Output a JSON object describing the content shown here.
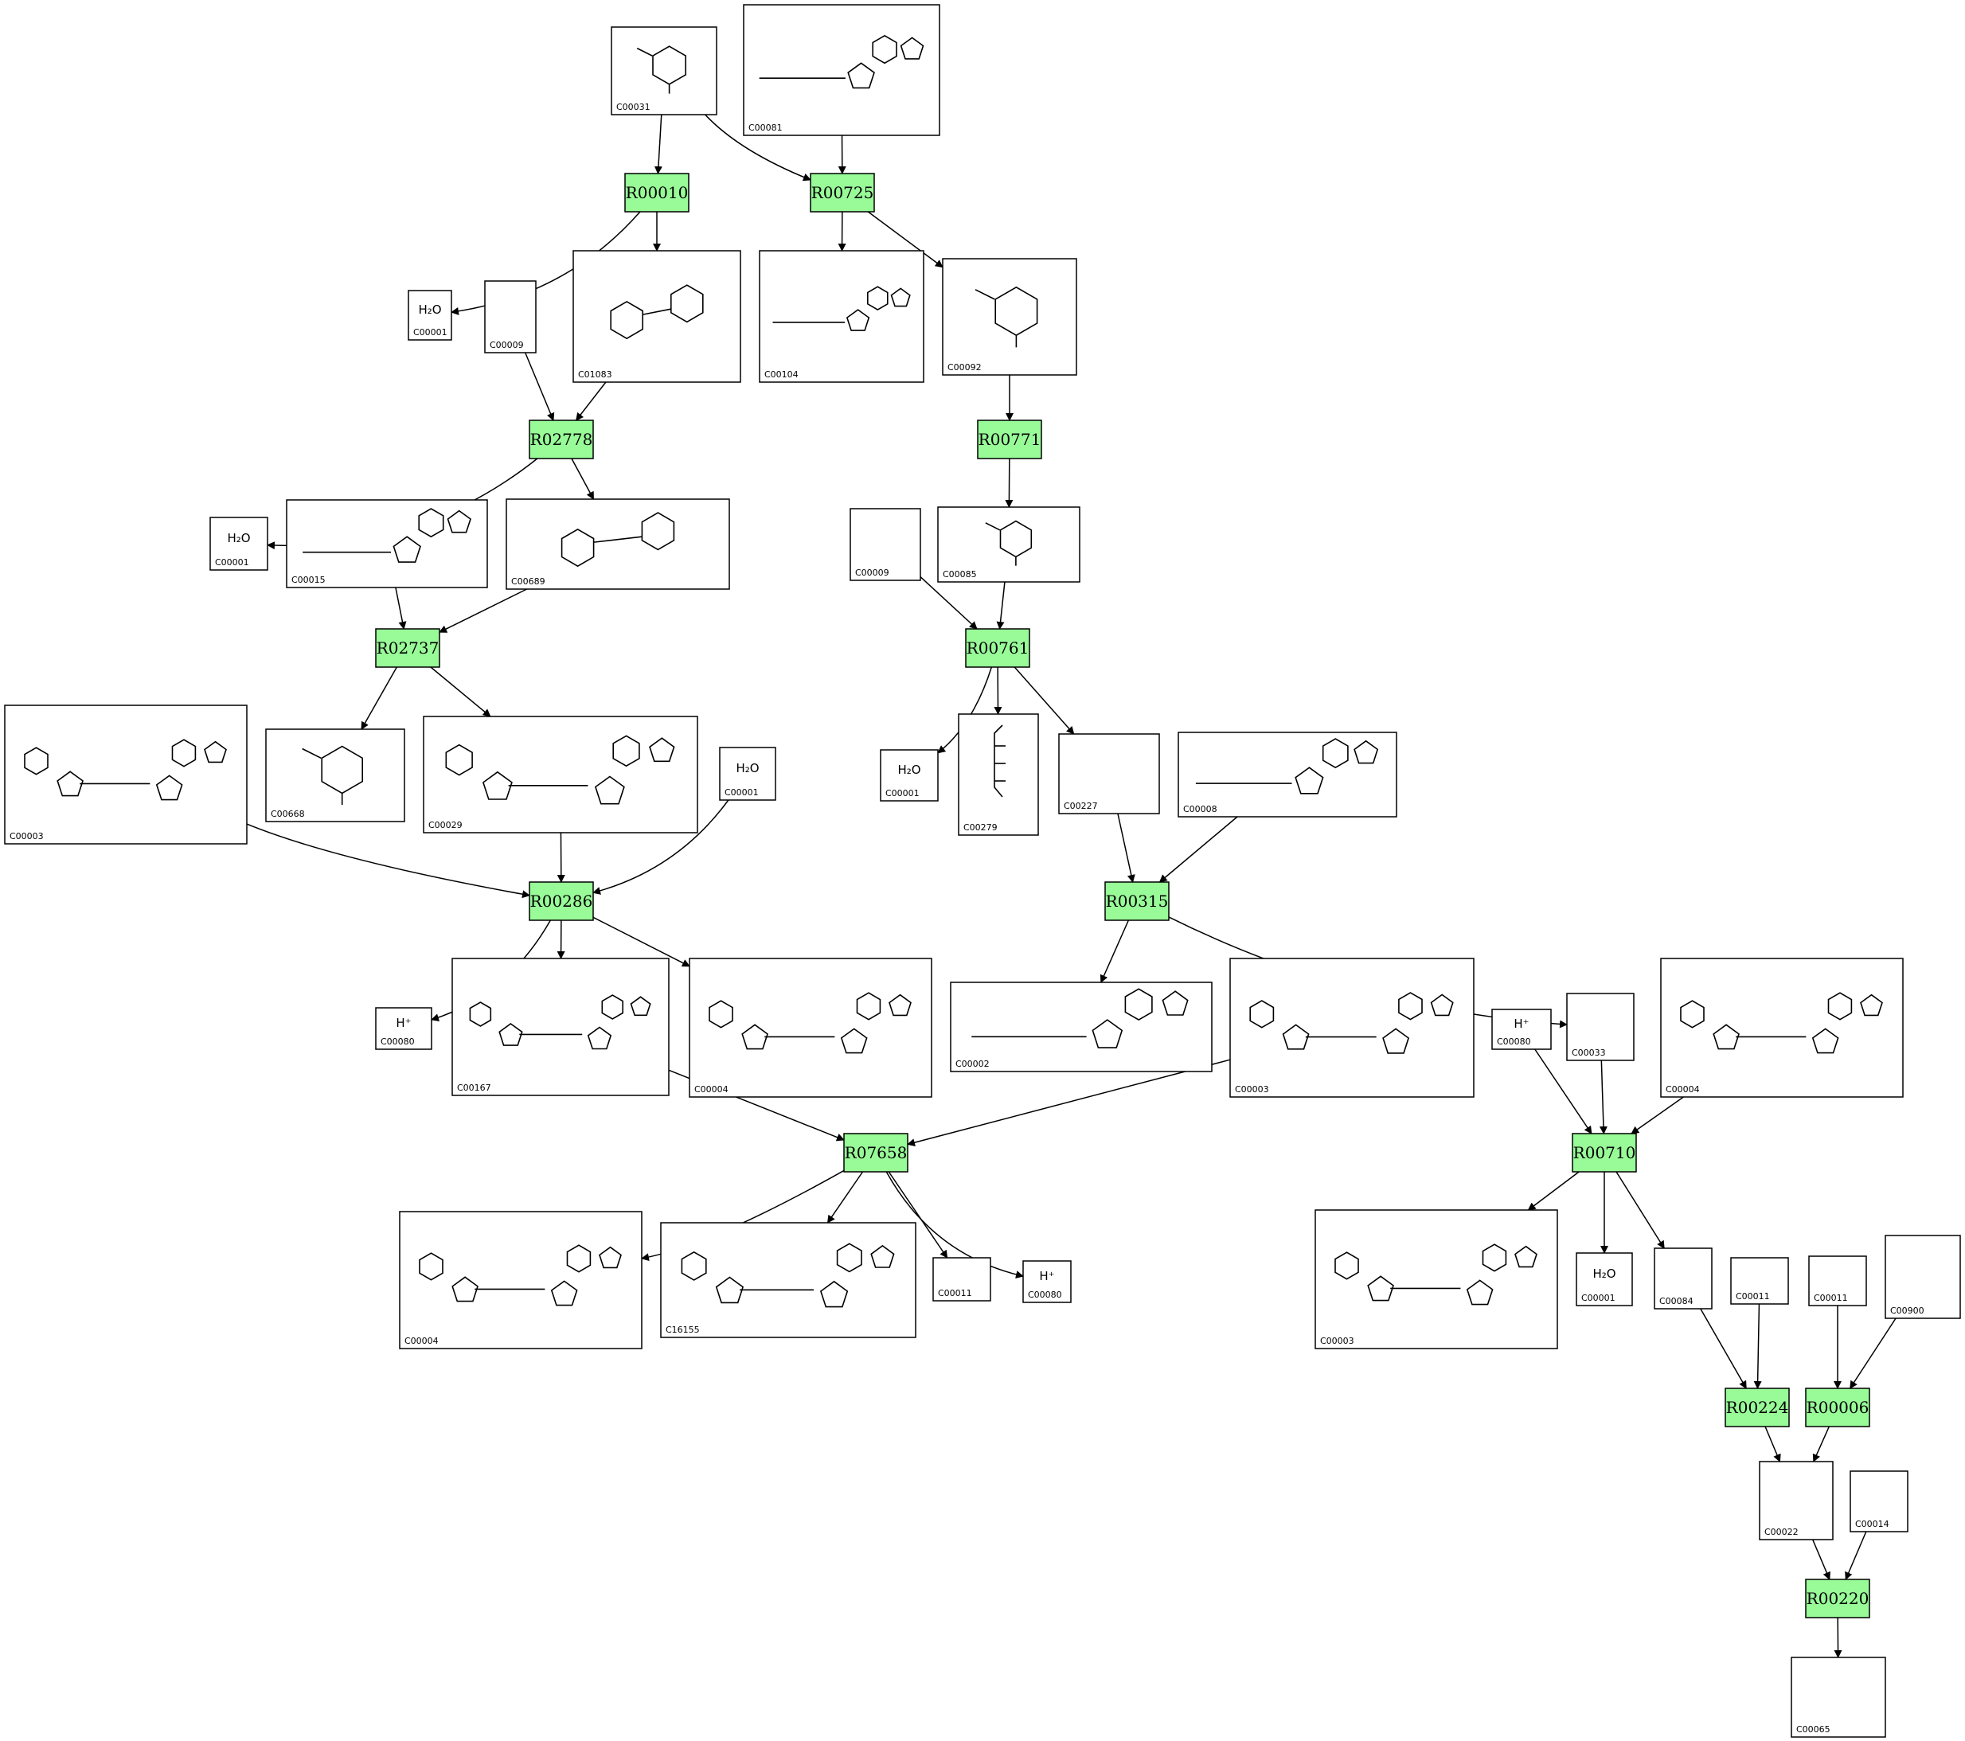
{
  "reactions": [
    {
      "label": "R00010"
    },
    {
      "label": "R00725"
    },
    {
      "label": "R02778"
    },
    {
      "label": "R00771"
    },
    {
      "label": "R02737"
    },
    {
      "label": "R00761"
    },
    {
      "label": "R00286"
    },
    {
      "label": "R00315"
    },
    {
      "label": "R07658"
    },
    {
      "label": "R00710"
    },
    {
      "label": "R00224"
    },
    {
      "label": "R00006"
    },
    {
      "label": "R00220"
    }
  ],
  "compounds": [
    {
      "id": "C00031"
    },
    {
      "id": "C00081"
    },
    {
      "id": "C00001",
      "formula": "H₂O"
    },
    {
      "id": "C00009"
    },
    {
      "id": "C01083"
    },
    {
      "id": "C00104"
    },
    {
      "id": "C00092"
    },
    {
      "id": "C00001",
      "formula": "H₂O"
    },
    {
      "id": "C00015"
    },
    {
      "id": "C00689"
    },
    {
      "id": "C00009"
    },
    {
      "id": "C00085"
    },
    {
      "id": "C00003"
    },
    {
      "id": "C00668"
    },
    {
      "id": "C00029"
    },
    {
      "id": "C00001",
      "formula": "H₂O"
    },
    {
      "id": "C00001",
      "formula": "H₂O"
    },
    {
      "id": "C00279"
    },
    {
      "id": "C00227"
    },
    {
      "id": "C00008"
    },
    {
      "id": "C00080",
      "formula": "H⁺"
    },
    {
      "id": "C00167"
    },
    {
      "id": "C00004"
    },
    {
      "id": "C00002"
    },
    {
      "id": "C00003"
    },
    {
      "id": "C00080",
      "formula": "H⁺"
    },
    {
      "id": "C00033"
    },
    {
      "id": "C00004"
    },
    {
      "id": "C00004"
    },
    {
      "id": "C16155"
    },
    {
      "id": "C00011"
    },
    {
      "id": "C00080",
      "formula": "H⁺"
    },
    {
      "id": "C00003"
    },
    {
      "id": "C00001",
      "formula": "H₂O"
    },
    {
      "id": "C00084"
    },
    {
      "id": "C00011"
    },
    {
      "id": "C00011"
    },
    {
      "id": "C00900"
    },
    {
      "id": "C00022"
    },
    {
      "id": "C00014"
    },
    {
      "id": "C00065"
    }
  ],
  "colors": {
    "reaction_fill": "#98fb98",
    "stroke": "#000000",
    "background": "#ffffff"
  }
}
